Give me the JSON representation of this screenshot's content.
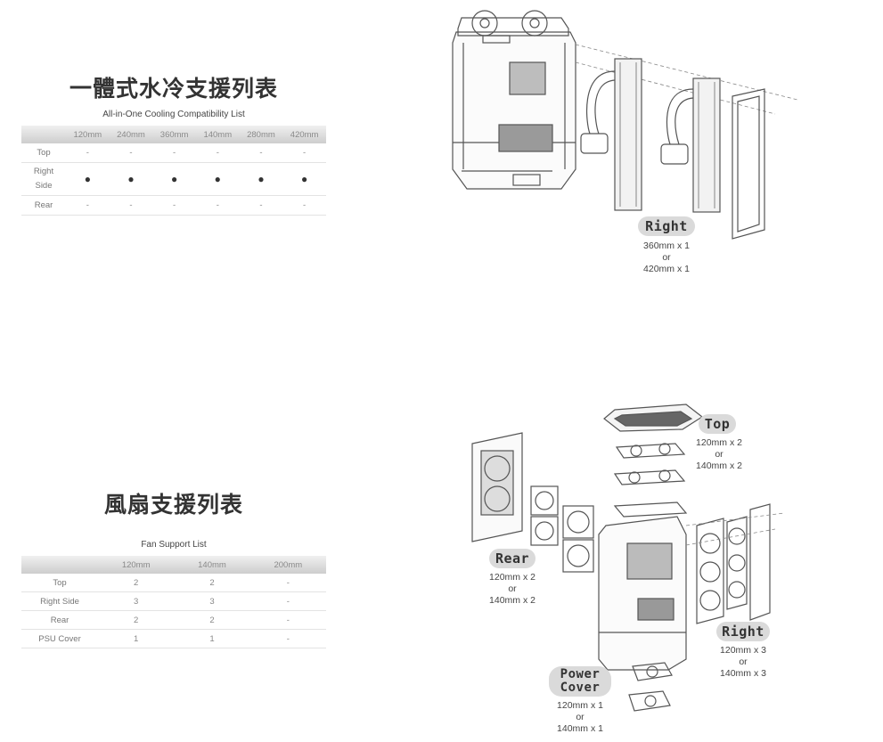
{
  "aio": {
    "title": "一體式水冷支援列表",
    "subtitle": "All-in-One Cooling Compatibility List",
    "columns": [
      "120mm",
      "240mm",
      "360mm",
      "140mm",
      "280mm",
      "420mm"
    ],
    "rows": [
      {
        "label": "Top",
        "cells": [
          "-",
          "-",
          "-",
          "-",
          "-",
          "-"
        ]
      },
      {
        "label_line1": "Right",
        "label_line2": "Side",
        "cells": [
          "●",
          "●",
          "●",
          "●",
          "●",
          "●"
        ]
      },
      {
        "label": "Rear",
        "cells": [
          "-",
          "-",
          "-",
          "-",
          "-",
          "-"
        ]
      }
    ]
  },
  "fan": {
    "title": "風扇支援列表",
    "subtitle": "Fan Support List",
    "columns": [
      "120mm",
      "140mm",
      "200mm"
    ],
    "rows": [
      {
        "label": "Top",
        "cells": [
          "2",
          "2",
          "-"
        ]
      },
      {
        "label": "Right Side",
        "cells": [
          "3",
          "3",
          "-"
        ]
      },
      {
        "label": "Rear",
        "cells": [
          "2",
          "2",
          "-"
        ]
      },
      {
        "label": "PSU Cover",
        "cells": [
          "1",
          "1",
          "-"
        ]
      }
    ]
  },
  "diagram_aio": {
    "right_label": "Right",
    "right_caption": [
      "360mm x 1",
      "or",
      "420mm x 1"
    ]
  },
  "diagram_fan": {
    "top_label": "Top",
    "top_caption": [
      "120mm x 2",
      "or",
      "140mm x 2"
    ],
    "rear_label": "Rear",
    "rear_caption": [
      "120mm x 2",
      "or",
      "140mm x 2"
    ],
    "right_label": "Right",
    "right_caption": [
      "120mm x 3",
      "or",
      "140mm x 3"
    ],
    "psu_label_line1": "Power",
    "psu_label_line2": "Cover",
    "psu_caption": [
      "120mm x 1",
      "or",
      "140mm x 1"
    ]
  },
  "colors": {
    "header_bg": "#d6d6d6",
    "pill_bg": "#dadada",
    "text": "#333333"
  }
}
